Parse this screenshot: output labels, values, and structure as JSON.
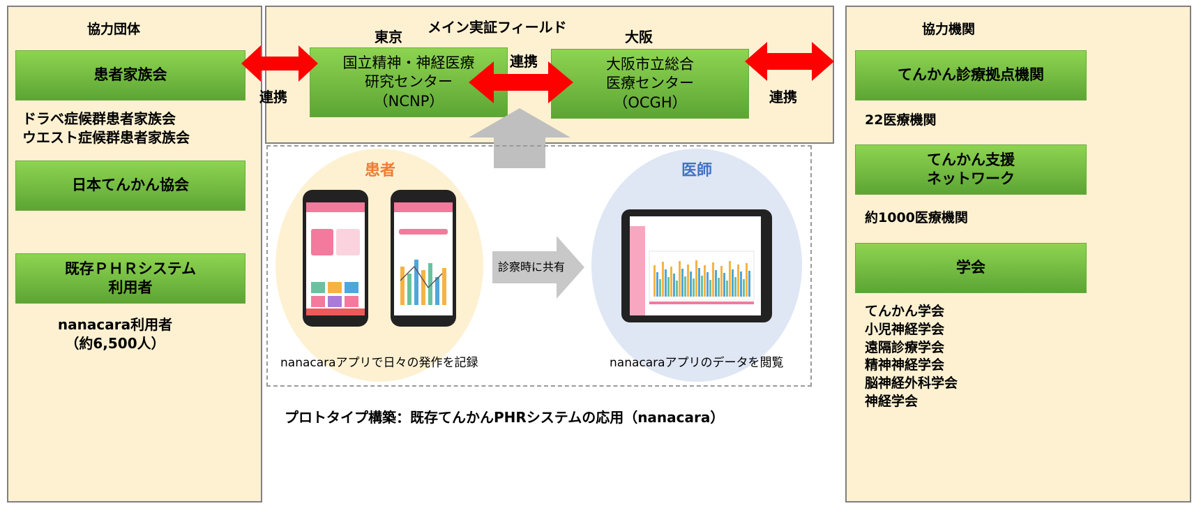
{
  "left": {
    "heading": "協力団体",
    "box1": "患者家族会",
    "list1": "ドラベ症候群患者家族会\nウエスト症候群患者家族会",
    "box2": "日本てんかん協会",
    "box3": "既存ＰＨＲシステム\n利用者",
    "note": "nanacara利用者\n（約6,500人）"
  },
  "center": {
    "title": "メイン実証フィールド",
    "tokyo": "東京",
    "osaka": "大阪",
    "ncnp": "国立精神・神経医療\n研究センター\n（NCNP）",
    "ocgh": "大阪市立総合\n医療センター\n（OCGH）",
    "link_left": "連携",
    "link_mid": "連携",
    "link_right": "連携"
  },
  "prototype": {
    "patient": "患者",
    "doctor": "医師",
    "share": "診察時に共有",
    "patient_caption": "nanacaraアプリで日々の発作を記録",
    "doctor_caption": "nanacaraアプリのデータを閲覧",
    "footer": "プロトタイプ構築：既存てんかんPHRシステムの応用（nanacara）"
  },
  "right": {
    "heading": "協力機関",
    "box1": "てんかん診療拠点機関",
    "count1": "22医療機関",
    "box2": "てんかん支援\nネットワーク",
    "count2": "約1000医療機関",
    "box3": "学会",
    "societies": "てんかん学会\n小児神経学会\n遠隔診療学会\n精神神経学会\n脳神経外科学会\n神経学会"
  },
  "colors": {
    "panel": "#fdf1d2",
    "green": "#6cb33f",
    "arrow_red": "#ff0000",
    "patient_accent": "#f07c32",
    "doctor_accent": "#4472c4",
    "app_pink": "#f37a9c"
  }
}
